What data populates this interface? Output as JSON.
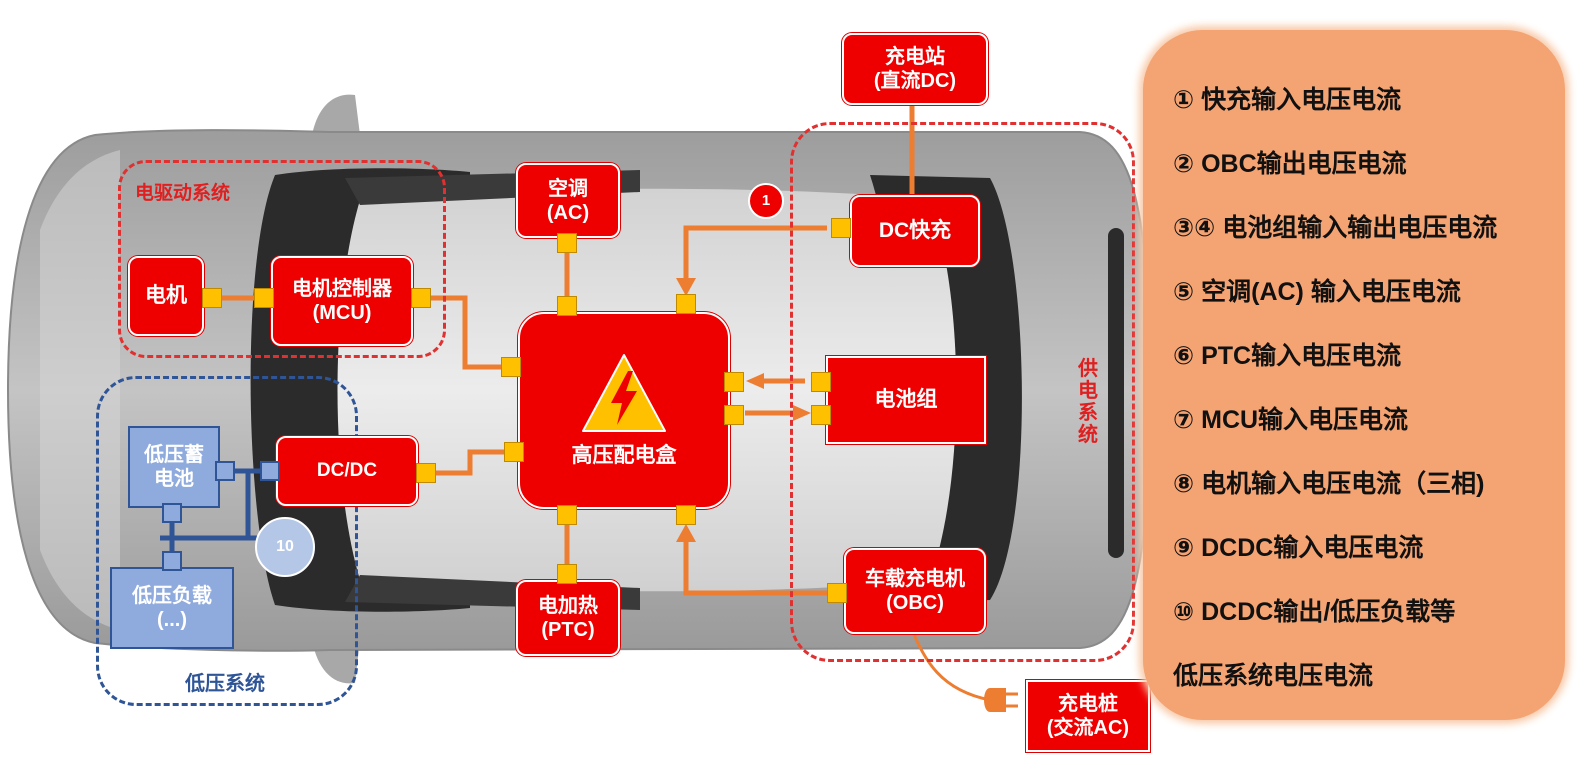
{
  "systems": {
    "drive": "电驱动系统",
    "low_voltage": "低压系统",
    "supply": "供电系统"
  },
  "components": {
    "motor": "电机",
    "mcu": "电机控制器\n(MCU)",
    "ac": "空调\n(AC)",
    "hv_box": "高压配电盒",
    "dc_fast": "DC快充",
    "charging_station": "充电站\n(直流DC)",
    "battery": "电池组",
    "dcdc": "DC/DC",
    "lv_battery": "低压蓄\n电池",
    "lv_load": "低压负载\n(...)",
    "ptc": "电加热\n(PTC)",
    "obc": "车载充电机\n(OBC)",
    "ac_charger": "充电桩\n(交流AC)"
  },
  "markers": {
    "m1": "1",
    "m10": "10"
  },
  "legend": [
    "① 快充输入电压电流",
    "② OBC输出电压电流",
    "③④ 电池组输入输出电压电流",
    "⑤ 空调(AC) 输入电压电流",
    "⑥ PTC输入电压电流",
    "⑦ MCU输入电压电流",
    "⑧ 电机输入电压电流（三相)",
    "⑨ DCDC输入电压电流",
    "⑩ DCDC输出/低压负载等",
    "低压系统电压电流"
  ],
  "colors": {
    "component_red": "#ee0000",
    "port_yellow": "#ffc000",
    "line_orange": "#ed7d31",
    "low_voltage_blue": "#8faadc",
    "legend_bg": "#f4a373"
  }
}
